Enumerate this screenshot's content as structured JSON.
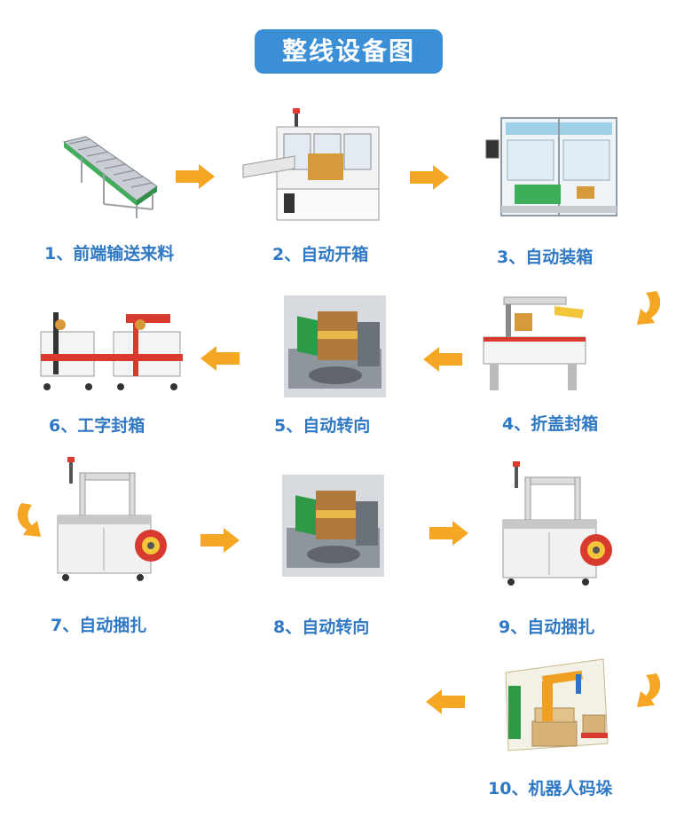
{
  "title": "整线设备图",
  "steps": [
    {
      "label": "1、前端输送来料",
      "icon": "conveyor-icon"
    },
    {
      "label": "2、自动开箱",
      "icon": "carton-erector-icon"
    },
    {
      "label": "3、自动装箱",
      "icon": "case-packer-icon"
    },
    {
      "label": "4、折盖封箱",
      "icon": "flap-folder-sealer-icon"
    },
    {
      "label": "5、自动转向",
      "icon": "box-turner-icon"
    },
    {
      "label": "6、工字封箱",
      "icon": "h-type-sealer-icon"
    },
    {
      "label": "7、自动捆扎",
      "icon": "strapping-machine-icon"
    },
    {
      "label": "8、自动转向",
      "icon": "box-turner-icon"
    },
    {
      "label": "9、自动捆扎",
      "icon": "strapping-machine-icon"
    },
    {
      "label": "10、机器人码垛",
      "icon": "robot-palletizer-icon"
    }
  ],
  "colors": {
    "title_bg": "#3a8fd6",
    "label_text": "#2f78c4",
    "arrow": "#f5a623"
  }
}
